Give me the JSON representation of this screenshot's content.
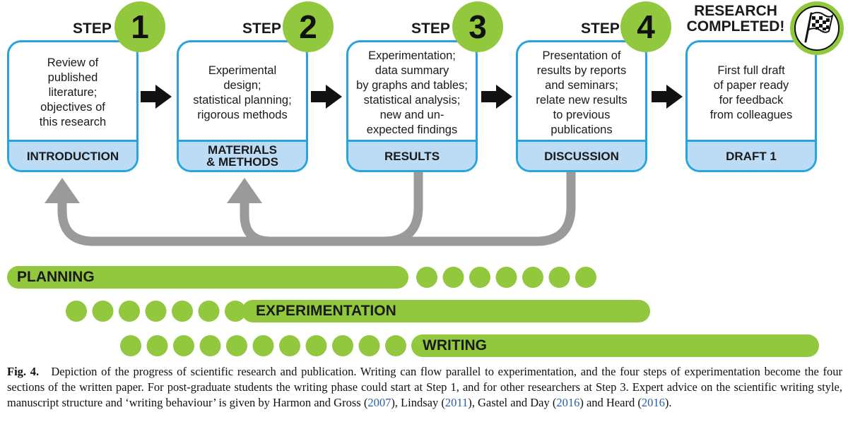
{
  "steps": [
    {
      "step_word": "STEP",
      "number": "1",
      "body": "Review of\npublished\nliterature;\nobjectives of\nthis research",
      "section": "INTRODUCTION"
    },
    {
      "step_word": "STEP",
      "number": "2",
      "body": "Experimental\ndesign;\nstatistical planning;\nrigorous methods",
      "section": "MATERIALS\n& METHODS"
    },
    {
      "step_word": "STEP",
      "number": "3",
      "body": "Experimentation;\ndata summary\nby graphs and tables;\nstatistical analysis;\nnew and un-\nexpected findings",
      "section": "RESULTS"
    },
    {
      "step_word": "STEP",
      "number": "4",
      "body": "Presentation of\nresults by reports\nand seminars;\nrelate new results\nto previous\npublications",
      "section": "DISCUSSION"
    }
  ],
  "draft": {
    "body": "First full draft\nof paper ready\nfor feedback\nfrom colleagues",
    "section": "DRAFT 1"
  },
  "completed": {
    "label": "RESEARCH\nCOMPLETED!",
    "icon": "checkered-flag-icon"
  },
  "phases": {
    "planning": "PLANNING",
    "experimentation": "EXPERIMENTATION",
    "writing": "WRITING"
  },
  "colors": {
    "accent_green": "#92c83e",
    "box_border": "#29a3de",
    "box_footer": "#bcdcf5",
    "feedback_arrow": "#9a9a9a",
    "link": "#2a5fa8"
  },
  "caption": {
    "fig_label": "Fig. 4.",
    "text_1": "Depiction of the progress of scientific research and publication. Writing can flow parallel to experimentation, and the four steps of experimentation become the four sections of the written paper. For post-graduate students the writing phase could start at Step 1, and for other researchers at Step 3. Expert advice on the scientific writing style, manuscript structure and ‘writing behaviour’ is given by Harmon and Gross (",
    "cite_1": "2007",
    "text_2": "), Lindsay (",
    "cite_2": "2011",
    "text_3": "), Gastel and Day (",
    "cite_3": "2016",
    "text_4": ") and Heard (",
    "cite_4": "2016",
    "text_5": ")."
  }
}
